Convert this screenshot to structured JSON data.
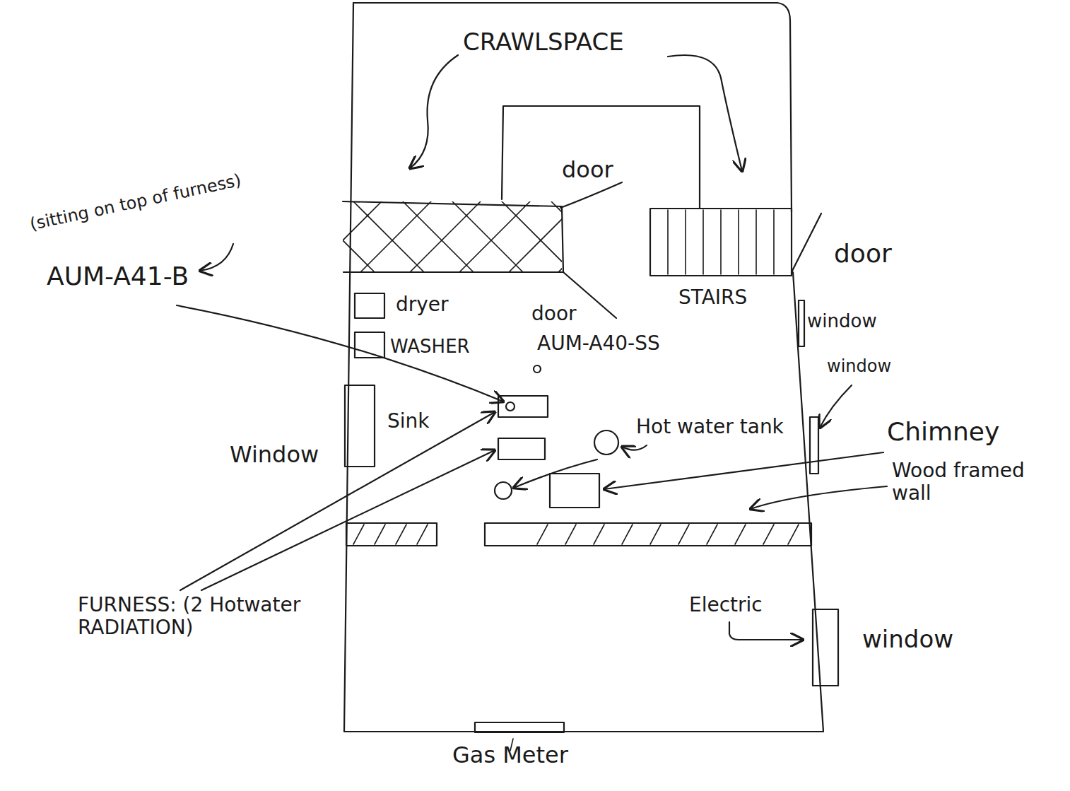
{
  "diagram": {
    "labels": [
      "CRAWLSPACE",
      "door",
      "(sitting on top of furness)",
      "AUM-A41-B",
      "dryer",
      "door",
      "AUM-A40-SS",
      "STAIRS",
      "door",
      "window",
      "WASHER",
      "window",
      "Window",
      "Sink",
      "Hot water tank",
      "Chimney",
      "Wood framed wall",
      "FURNESS: (2 Hotwater RADIATION)",
      "Electric",
      "window",
      "Gas Meter"
    ]
  }
}
